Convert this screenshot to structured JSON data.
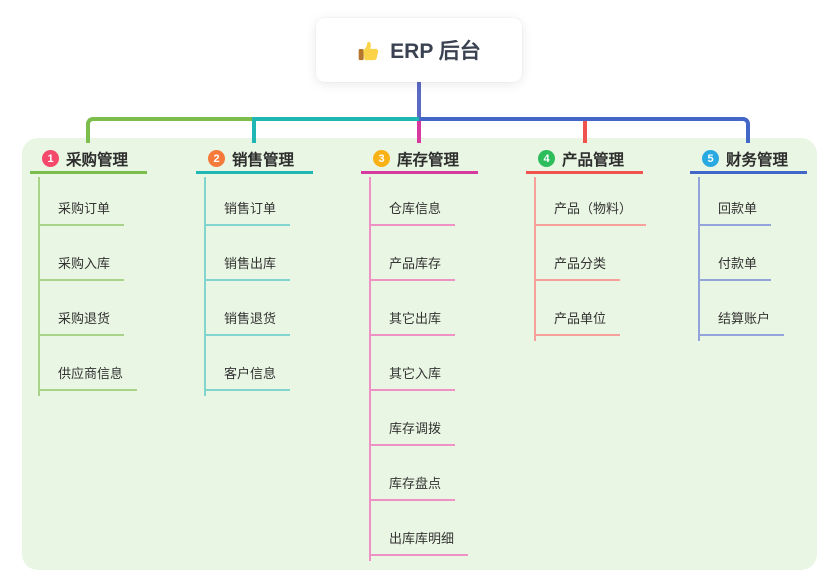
{
  "root": {
    "label": "ERP 后台",
    "icon": "thumbs-up-icon"
  },
  "colors": {
    "canvas_bg": "#FFFFFF",
    "panel_bg": "#E9F6E3",
    "root_connector": "#5B6BC5",
    "root_text": "#3A4150",
    "child_text": "#333333",
    "title_text": "#2D2D2D"
  },
  "branches": [
    {
      "number": "1",
      "title": "采购管理",
      "badge_color": "#F5496C",
      "line_color": "#7CBE4B",
      "child_line_color": "#A9D488",
      "children": [
        "采购订单",
        "采购入库",
        "采购退货",
        "供应商信息"
      ]
    },
    {
      "number": "2",
      "title": "销售管理",
      "badge_color": "#F57A3B",
      "line_color": "#1FB6B3",
      "child_line_color": "#82D5CE",
      "children": [
        "销售订单",
        "销售出库",
        "销售退货",
        "客户信息"
      ]
    },
    {
      "number": "3",
      "title": "库存管理",
      "badge_color": "#F9B215",
      "line_color": "#D63A9E",
      "child_line_color": "#EE92C6",
      "children": [
        "仓库信息",
        "产品库存",
        "其它出库",
        "其它入库",
        "库存调拨",
        "库存盘点",
        "出库库明细"
      ]
    },
    {
      "number": "4",
      "title": "产品管理",
      "badge_color": "#2EBD5B",
      "line_color": "#F0534F",
      "child_line_color": "#F8A09C",
      "children": [
        "产品（物料）",
        "产品分类",
        "产品单位"
      ]
    },
    {
      "number": "5",
      "title": "财务管理",
      "badge_color": "#29A9E1",
      "line_color": "#4267C8",
      "child_line_color": "#92A4DA",
      "children": [
        "回款单",
        "付款单",
        "结算账户"
      ]
    }
  ]
}
